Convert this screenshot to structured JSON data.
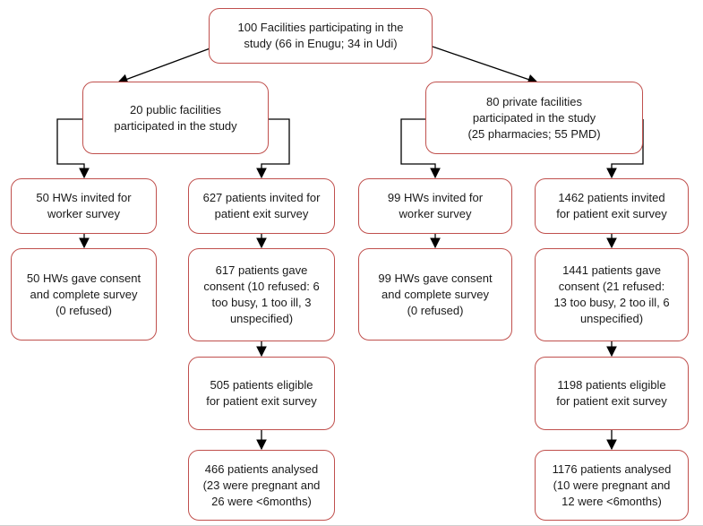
{
  "boxes": {
    "top": "100 Facilities participating in the\nstudy (66 in Enugu; 34 in Udi)",
    "public": "20 public facilities\nparticipated in the study",
    "private": "80 private facilities\nparticipated in the study\n(25 pharmacies; 55 PMD)",
    "pub_hw_invited": "50 HWs invited for\nworker survey",
    "pub_hw_consent": "50 HWs gave consent\nand complete survey\n(0 refused)",
    "pub_pt_invited": "627 patients invited for\npatient exit survey",
    "pub_pt_consent": "617 patients gave\nconsent (10 refused: 6\ntoo busy, 1 too ill, 3\nunspecified)",
    "pub_pt_eligible": "505 patients eligible\nfor patient exit survey",
    "pub_pt_analysed": "466 patients analysed\n(23 were pregnant and\n26 were <6months)",
    "prv_hw_invited": "99 HWs invited for\nworker survey",
    "prv_hw_consent": "99 HWs gave consent\nand complete survey\n(0 refused)",
    "prv_pt_invited": "1462 patients invited\nfor patient exit survey",
    "prv_pt_consent": "1441 patients gave\nconsent (21 refused:\n13 too busy, 2 too ill, 6\nunspecified)",
    "prv_pt_eligible": "1198 patients eligible\nfor patient exit survey",
    "prv_pt_analysed": "1176 patients analysed\n(10 were pregnant and\n12 were <6months)"
  },
  "colors": {
    "box_border": "#c0504d",
    "arrow": "#000000"
  }
}
